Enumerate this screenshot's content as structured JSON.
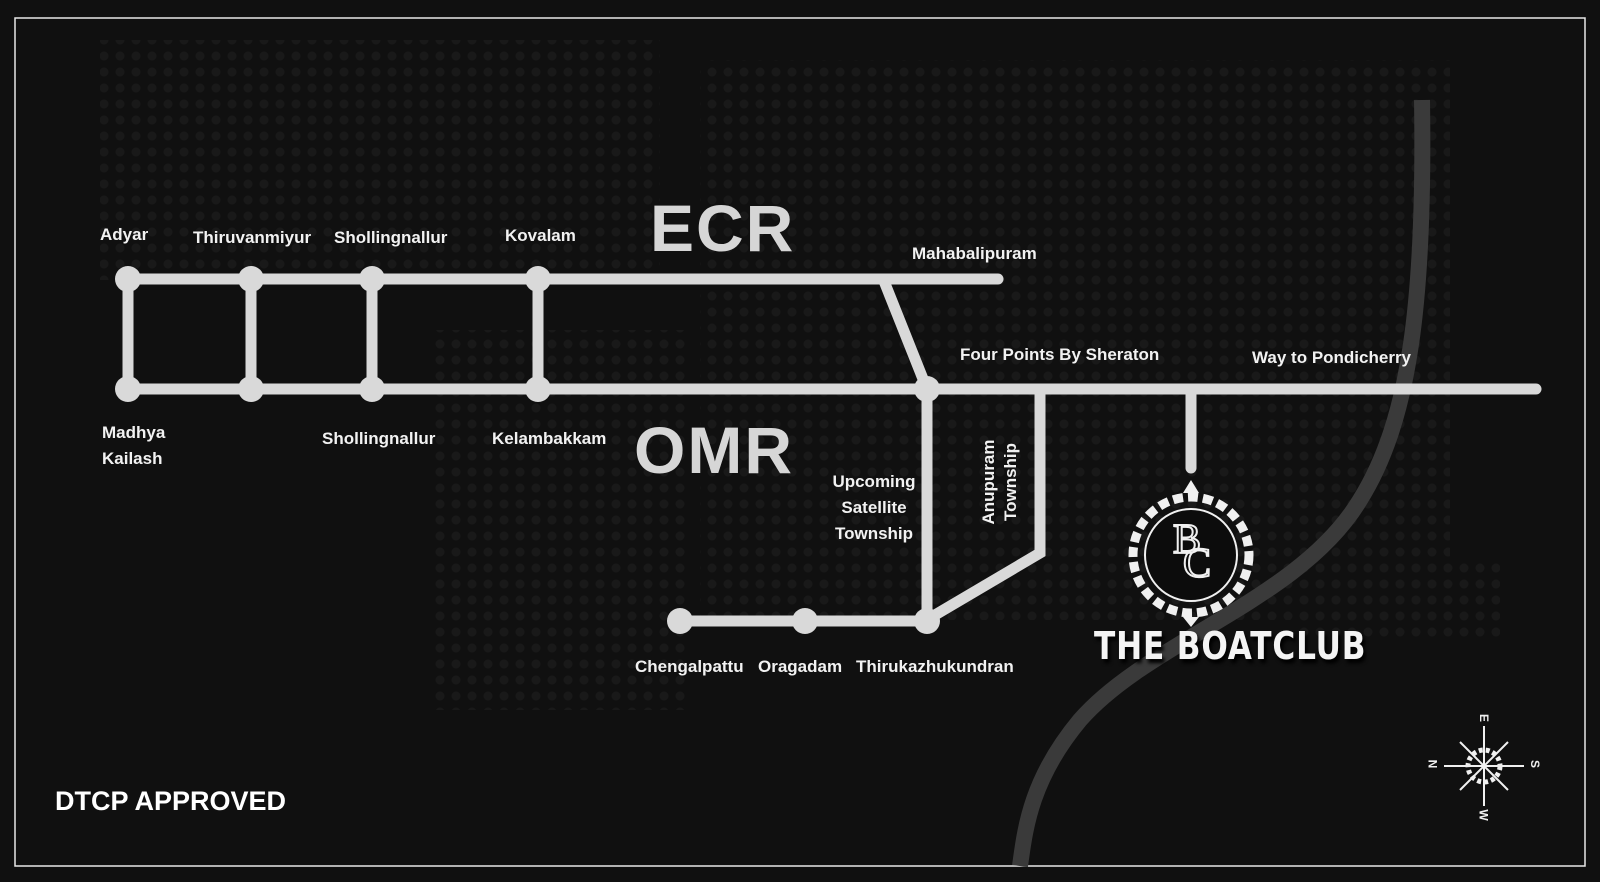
{
  "map": {
    "roads": {
      "ecr": "ECR",
      "omr": "OMR"
    },
    "ecr_stops": [
      "Adyar",
      "Thiruvanmiyur",
      "Shollingnallur",
      "Kovalam",
      "Mahabalipuram"
    ],
    "omr_stops": [
      "Madhya Kailash",
      "Shollingnallur",
      "Kelambakkam",
      "Four Points By Sheraton",
      "Way to Pondicherry"
    ],
    "south_stops": [
      "Chengalpattu",
      "Oragadam",
      "Thirukazhukundran"
    ],
    "townships": {
      "satellite": "Upcoming Satellite Township",
      "anupuram": "Anupuram Township"
    },
    "project": {
      "name": "THE BOATCLUB",
      "monogram": "BC"
    },
    "approval": "DTCP APPROVED",
    "compass": {
      "n": "N",
      "e": "E",
      "s": "S",
      "w": "W"
    },
    "colors": {
      "background": "#101010",
      "road": "#d9d9d9",
      "river": "#3a3a3a",
      "text": "#f2f2f2"
    }
  }
}
